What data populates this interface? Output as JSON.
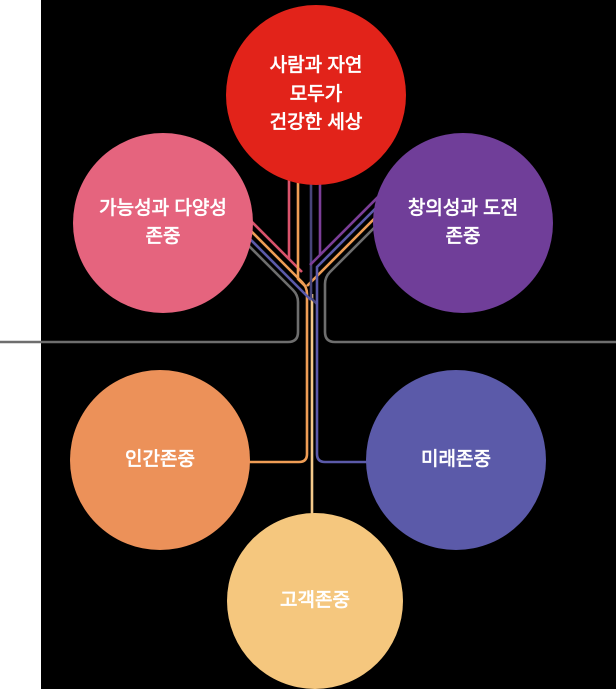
{
  "diagram": {
    "background_color": "#000000",
    "left_strip_color": "#ffffff",
    "text_color": "#ffffff",
    "vision": {
      "lines": [
        "사람과 자연",
        "모두가",
        "건강한 세상"
      ],
      "color": "#e2231a"
    },
    "values": [
      {
        "id": "possibility",
        "lines": [
          "가능성과 다양성",
          "존중"
        ],
        "color": "#e5647e"
      },
      {
        "id": "creativity",
        "lines": [
          "창의성과 도전",
          "존중"
        ],
        "color": "#703e99"
      },
      {
        "id": "human",
        "lines": [
          "인간존중"
        ],
        "color": "#ec9159"
      },
      {
        "id": "future",
        "lines": [
          "미래존중"
        ],
        "color": "#5b5aa9"
      },
      {
        "id": "customer",
        "lines": [
          "고객존중"
        ],
        "color": "#f5c77e"
      }
    ],
    "connectors": {
      "possibility_color": "#d9536b",
      "human_color": "#ef9d55",
      "customer_color": "#f4c98a",
      "future_trunk_color": "#474479",
      "future_color": "#5b5aa9",
      "creativity_color": "#7c3e98",
      "divider_color": "#6e6e6e"
    }
  }
}
